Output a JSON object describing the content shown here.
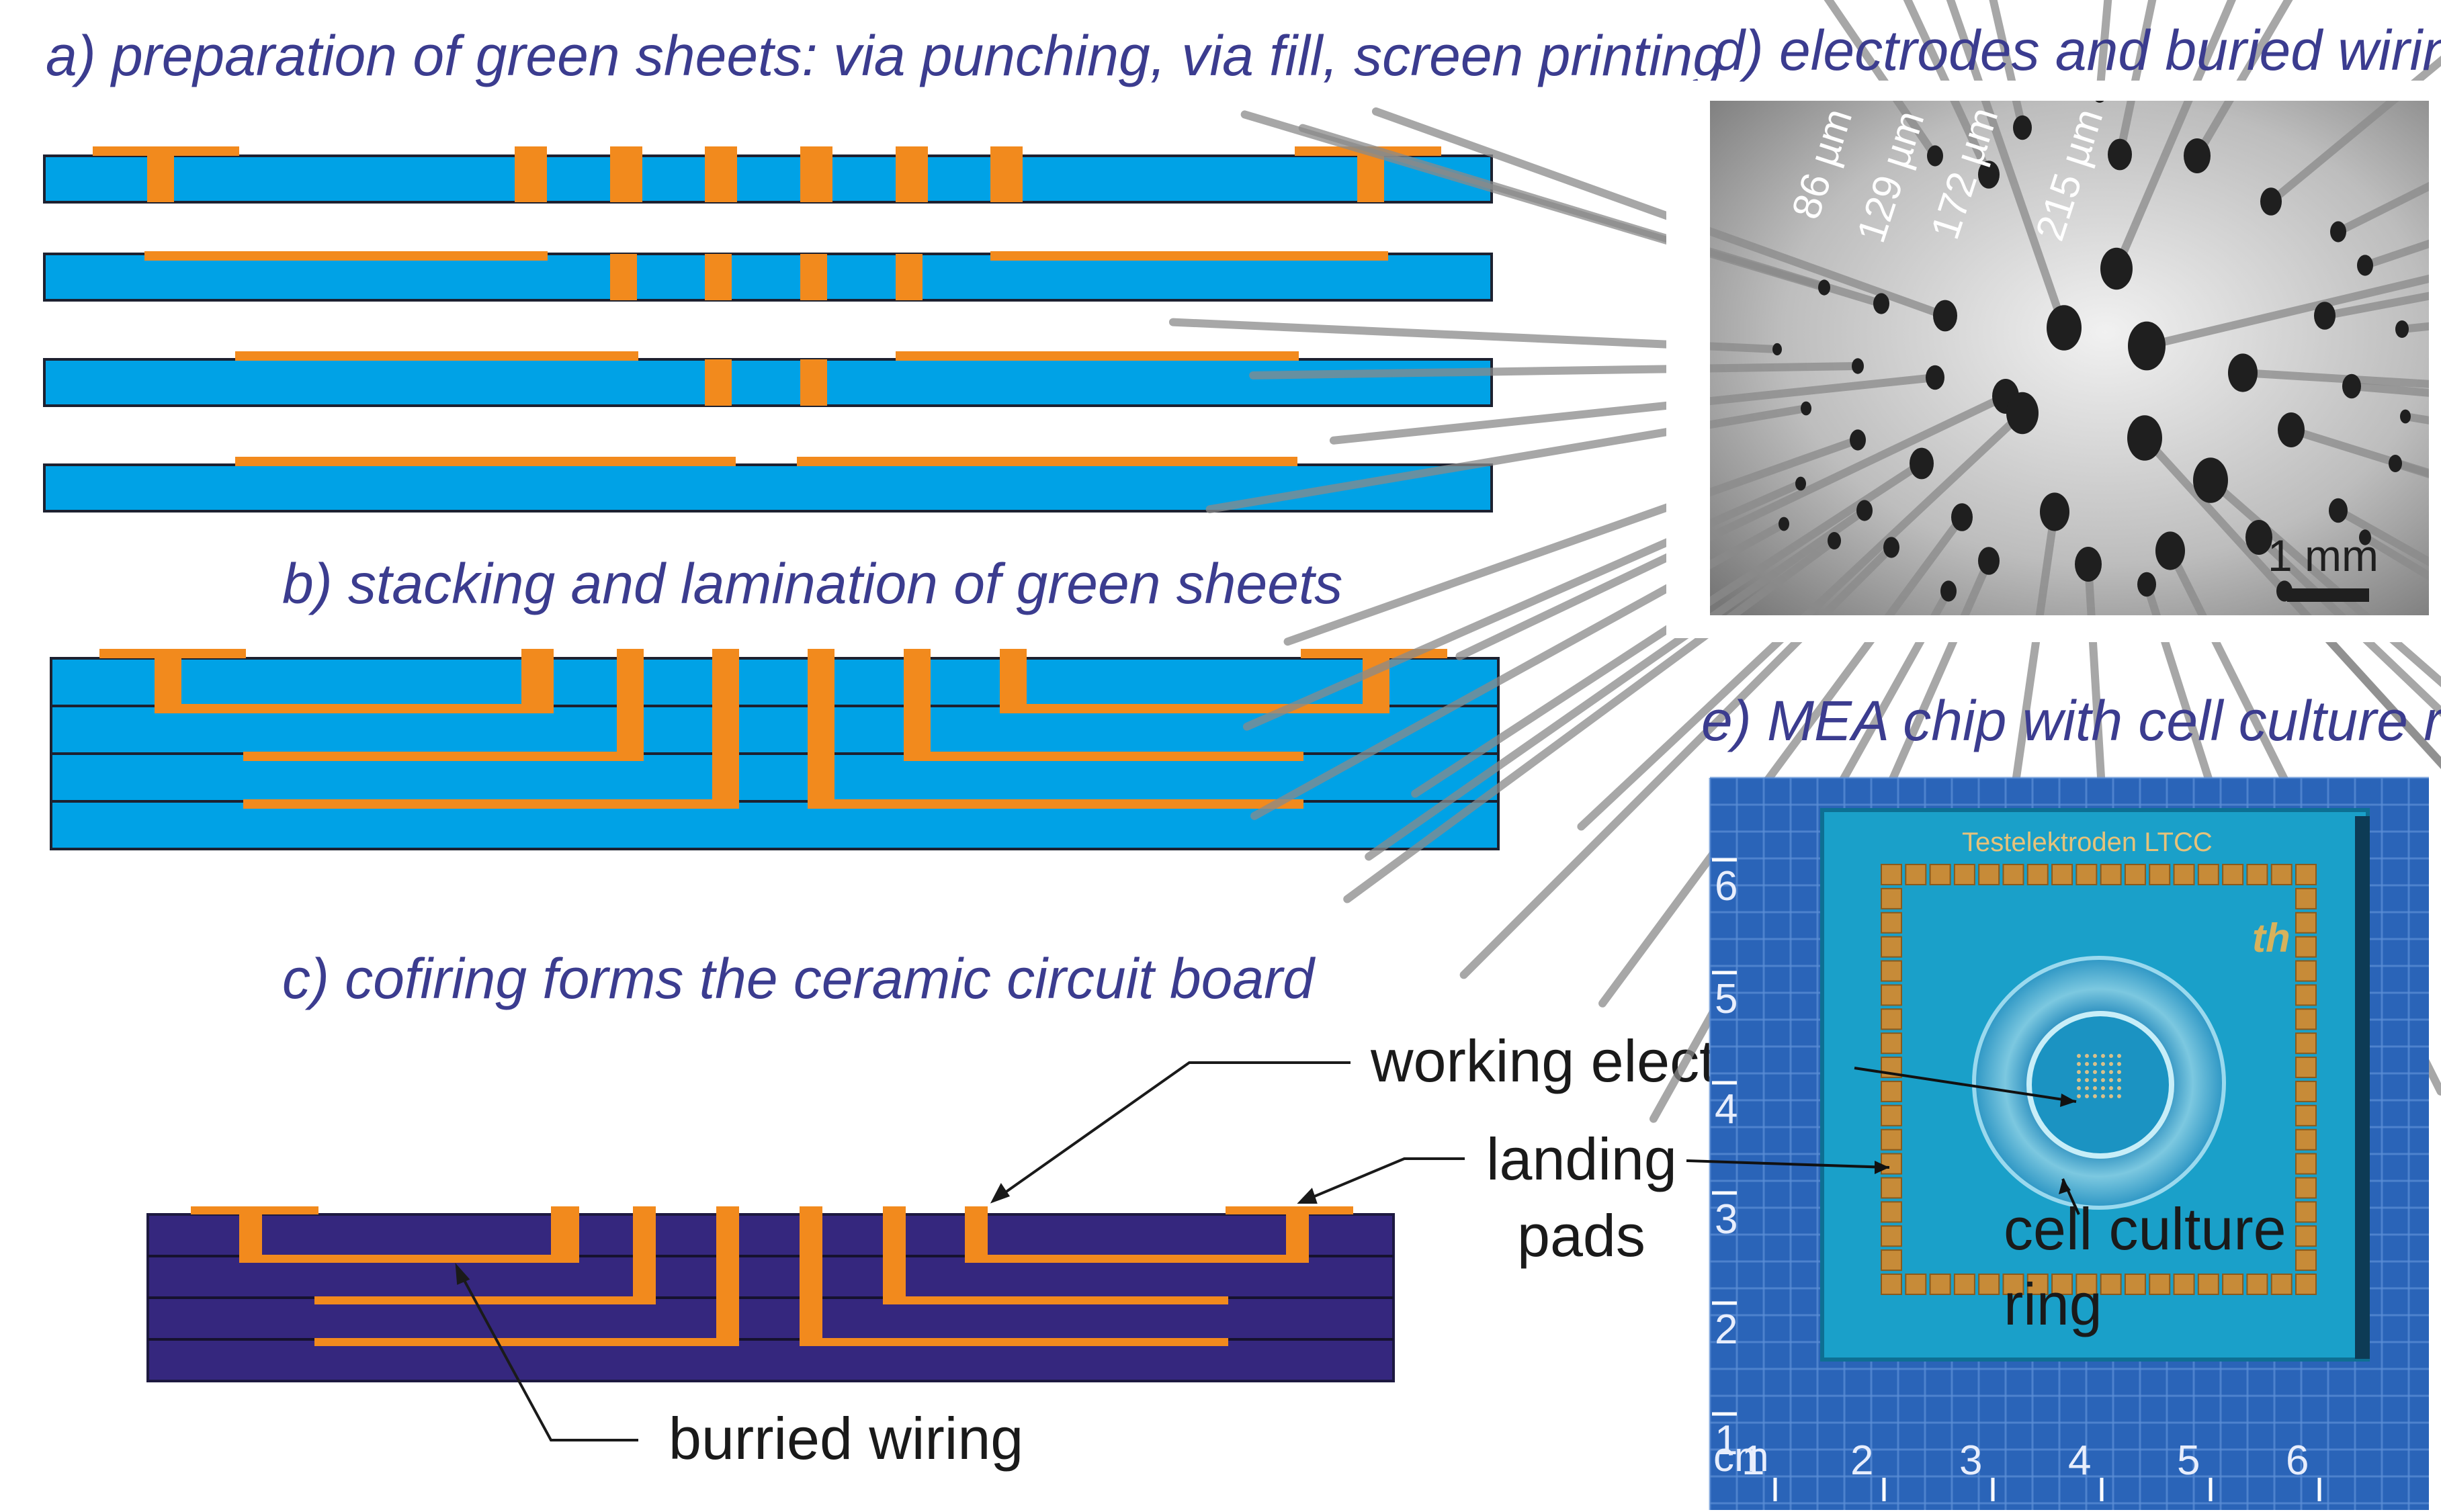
{
  "panels": {
    "a_title": "a) preparation of green sheets: via punching, via fill, screen printing",
    "b_title": "b) stacking and lamination of green sheets",
    "c_title": "c) cofiring forms the ceramic circuit board",
    "d_title": "d) electrodes and buried wiring",
    "e_title": "e) MEA chip with cell culture ring"
  },
  "annotations": {
    "working_electrodes": "working electrodes",
    "landing_pads_line1": "landing",
    "landing_pads_line2": "pads",
    "buried_wiring": "burried wiring",
    "cell_culture_line1": "cell culture",
    "cell_culture_line2": "ring"
  },
  "micrograph": {
    "diameters": [
      "86 µm",
      "129 µm",
      "172 µm",
      "215 µm"
    ],
    "scale_bar": "1 mm"
  },
  "chip": {
    "chip_text": "Testelektroden LTCC",
    "logo_text": "th",
    "ruler_unit": "cm",
    "ruler_x": [
      "1",
      "2",
      "3",
      "4",
      "5",
      "6"
    ],
    "ruler_y": [
      "6",
      "5",
      "4",
      "3",
      "2",
      "1"
    ]
  },
  "colors": {
    "green_sheet": "#00a2e6",
    "conductor": "#f28a1d",
    "fired_ceramic": "#35277e",
    "title_text": "#3b3c8f"
  }
}
